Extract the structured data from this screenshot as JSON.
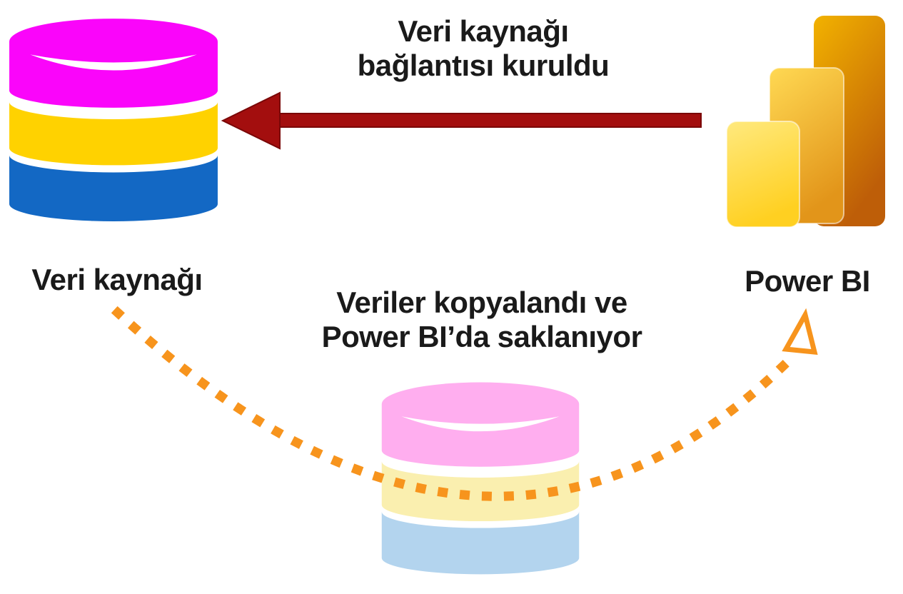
{
  "captions": {
    "connection": {
      "line1": "Veri kaynağı",
      "line2": "bağlantısı kuruldu"
    },
    "copy": {
      "line1": "Veriler kopyalandı ve",
      "line2": "Power BI’da saklanıyor"
    }
  },
  "labels": {
    "data_source": "Veri kaynağı",
    "power_bi": "Power BI"
  },
  "icons": {
    "source_database": "database-icon",
    "copied_database": "database-copy-icon",
    "power_bi_logo": "power-bi-logo",
    "import_arrow": "left-arrow-solid",
    "copy_path_arrow": "dotted-curve-arrow"
  },
  "colors": {
    "text": "#1a1a1a",
    "background": "#ffffff",
    "arrow_red_fill": "#a30e0e",
    "arrow_red_edge": "#7a0707",
    "dotted_orange": "#f7941d",
    "db_top": "#fa05fa",
    "db_middle": "#ffd200",
    "db_bottom": "#1368c4",
    "db_shine": "#ffffff",
    "db_copy_top": "#ffaeef",
    "db_copy_middle": "#faefaf",
    "db_copy_bottom": "#b3d4ee",
    "pbi_small_top": "#ffe97e",
    "pbi_small_bottom": "#ffd021",
    "pbi_mid_top": "#ffd953",
    "pbi_mid_bottom": "#e2951a",
    "pbi_tall_top": "#f2b200",
    "pbi_tall_bottom": "#be5e08"
  }
}
